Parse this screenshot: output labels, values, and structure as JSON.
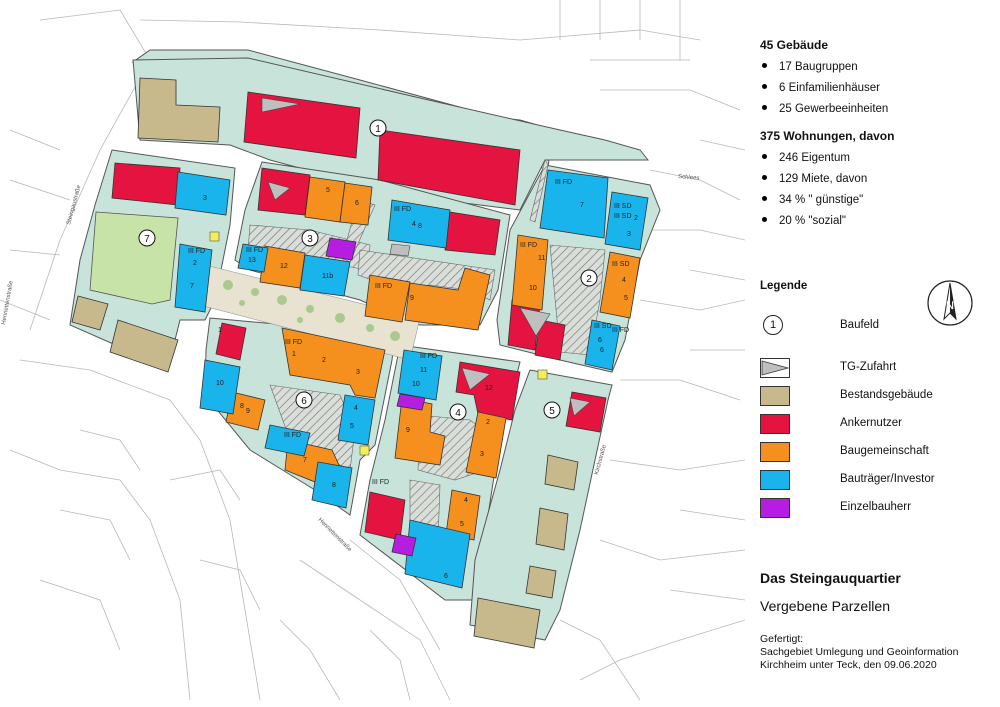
{
  "stats": {
    "buildings_heading": "45 Gebäude",
    "buildings_items": [
      "17 Baugruppen",
      "6 Einfamilienhäuser",
      "25 Gewerbeeinheiten"
    ],
    "flats_heading": "375 Wohnungen, davon",
    "flats_items": [
      "246 Eigentum",
      "129 Miete, davon",
      "34 % \" günstige\"",
      "20 % \"sozial\""
    ]
  },
  "legend": {
    "title": "Legende",
    "baufeld_symbol": "1",
    "north_label": "N",
    "items": [
      {
        "label": "Baufeld",
        "kind": "circle"
      },
      {
        "label": "TG-Zufahrt",
        "kind": "ramp",
        "color": "#bfbfbf"
      },
      {
        "label": "Bestandsgebäude",
        "kind": "fill",
        "color": "#c8b98c"
      },
      {
        "label": "Ankernutzer",
        "kind": "fill",
        "color": "#e5133f"
      },
      {
        "label": "Baugemeinschaft",
        "kind": "fill",
        "color": "#f5901e"
      },
      {
        "label": "Bauträger/Investor",
        "kind": "fill",
        "color": "#1ab4ec"
      },
      {
        "label": "Einzelbauherr",
        "kind": "fill",
        "color": "#b51de0"
      }
    ]
  },
  "title": {
    "main": "Das Steingauquartier",
    "sub": "Vergebene Parzellen"
  },
  "credit": {
    "line1": "Gefertigt:",
    "line2": "Sachgebiet Umlegung und Geoinformation",
    "line3": "Kirchheim unter Teck, den 09.06.2020"
  },
  "map": {
    "colors": {
      "block": "#c8e3da",
      "green": "#c8e3a8",
      "hatch": "#9a9a9a",
      "existing": "#c8b98c",
      "anchor": "#e5133f",
      "group": "#f5901e",
      "investor": "#1ab4ec",
      "single": "#b51de0",
      "ramp": "#bfbfbf",
      "entrance": "#f3ef5a"
    },
    "field_numbers": [
      "1",
      "2",
      "3",
      "4",
      "5",
      "6",
      "7"
    ],
    "street_labels": [
      "Steingaustraße",
      "Henriettenstraße",
      "Henriettenstraße",
      "Kirchstraße",
      "Schlees"
    ],
    "building_labels": [
      "3",
      "III FD",
      "4",
      "5",
      "6",
      "III FD",
      "7",
      "III SD",
      "2",
      "III SD",
      "3",
      "III FD",
      "8",
      "10",
      "11",
      "III FD",
      "9",
      "III SD",
      "4",
      "5",
      "III SD",
      "6",
      "III FD",
      "2",
      "III FD",
      "13",
      "12",
      "11b",
      "III FD",
      "10",
      "9",
      "8",
      "III FD",
      "1",
      "2",
      "3",
      "4",
      "5",
      "10",
      "9",
      "III FD",
      "7",
      "8",
      "III FD",
      "11",
      "12",
      "1",
      "2",
      "3",
      "III FD",
      "6",
      "4",
      "5",
      "6",
      "7"
    ]
  }
}
